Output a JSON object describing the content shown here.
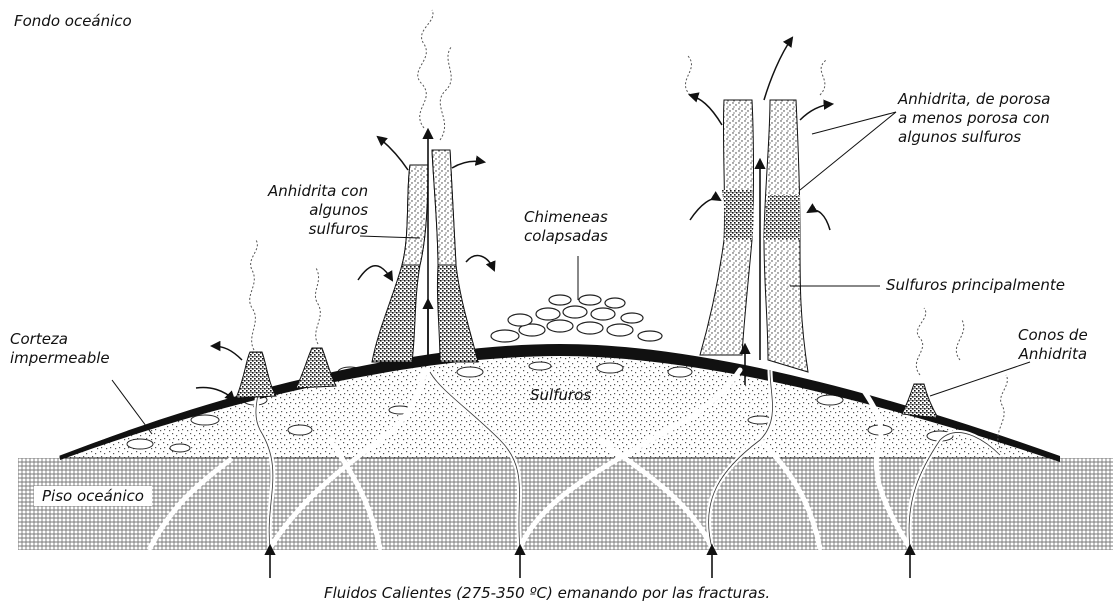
{
  "labels": {
    "ocean_floor_top": "Fondo oceánico",
    "sea_floor": "Piso oceánico",
    "anhydrite_porous": "Anhidrita, de porosa\na menos porosa con\nalgunos sulfuros",
    "anhydrite_some_sulfides": "Anhidrita con\nalgunos\nsulfuros",
    "collapsed_chimneys": "Chimeneas\ncolapsadas",
    "mainly_sulfides": "Sulfuros principalmente",
    "impermeable_crust": "Corteza\nimpermeable",
    "anhydrite_cones": "Conos de\nAnhidrita",
    "sulfides": "Sulfuros",
    "hot_fluids_caption": "Fluidos Calientes (275-350 ºC) emanando por las fracturas."
  }
}
